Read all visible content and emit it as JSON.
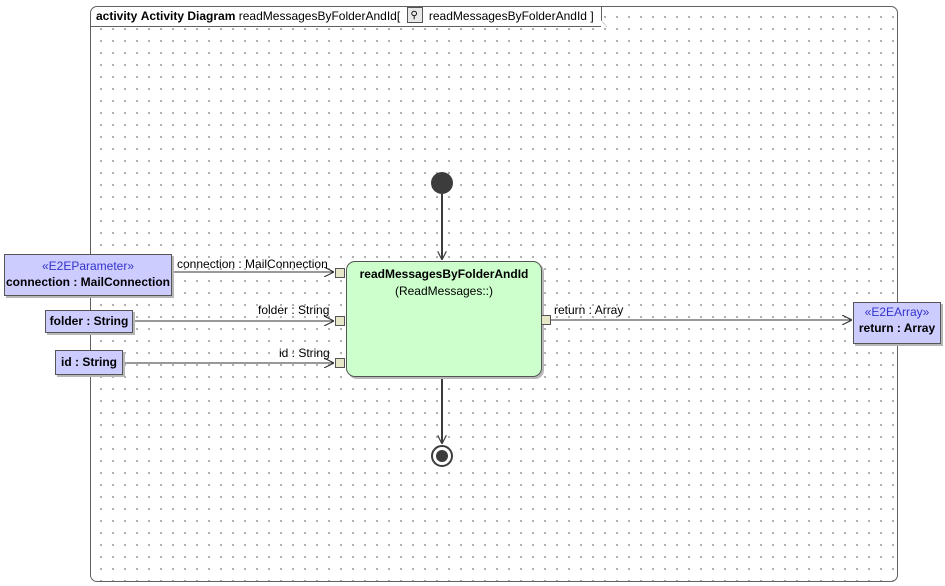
{
  "frame": {
    "kind": "activity",
    "type": "Activity Diagram",
    "name": "readMessagesByFolderAndId",
    "open_bracket": "[",
    "element_name": "readMessagesByFolderAndId",
    "close_bracket": "]",
    "icon": "activity-icon"
  },
  "parameters": {
    "connection": {
      "stereotype": "«E2EParameter»",
      "name": "connection : MailConnection"
    },
    "folder": {
      "name": "folder : String"
    },
    "id": {
      "name": "id : String"
    },
    "return": {
      "stereotype": "«E2EArray»",
      "name": "return : Array"
    }
  },
  "action": {
    "name": "readMessagesByFolderAndId",
    "behavior": "(ReadMessages::)"
  },
  "flows": {
    "connection": "connection : MailConnection",
    "folder": "folder : String",
    "id": "id : String",
    "return": "return : Array"
  },
  "colors": {
    "parameter_fill": "#ccccff",
    "action_fill": "#ccffcc",
    "pin_fill": "#e6e6c8",
    "stereotype_text": "#3333cc",
    "node_dark": "#3c3c3c"
  }
}
